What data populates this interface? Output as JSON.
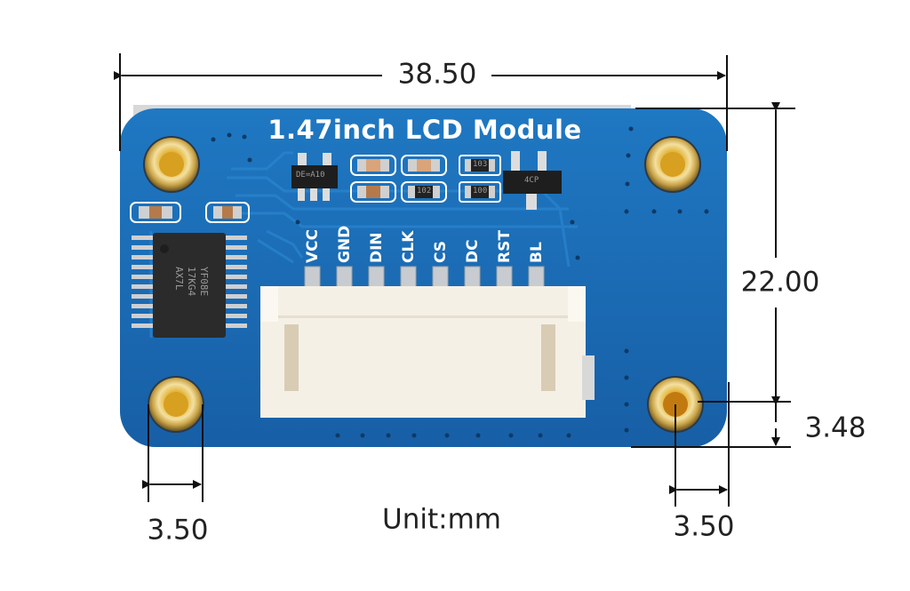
{
  "diagram": {
    "title": "1.47inch LCD Module",
    "unit_label": "Unit:mm",
    "dimensions": {
      "width": "38.50",
      "height": "22.00",
      "hole_offset_vertical": "3.48",
      "hole_offset_left": "3.50",
      "hole_offset_right": "3.50"
    },
    "pins": [
      "VCC",
      "GND",
      "DIN",
      "CLK",
      "CS",
      "DC",
      "RST",
      "BL"
    ],
    "ic_marking": [
      "YF08E",
      "17KG4",
      "AX7L"
    ],
    "components": {
      "regulator_marking": "DE=A10",
      "resistor_1": "103",
      "resistor_2": "102",
      "resistor_3": "100",
      "transistor_marking": "4CP"
    },
    "colors": {
      "pcb_blue": "#1a6db5",
      "pcb_blue_dark": "#15599a",
      "silkscreen": "#ffffff",
      "connector": "#f4efe4",
      "brass": "#d9b24a",
      "dimension_line": "#111111"
    }
  }
}
